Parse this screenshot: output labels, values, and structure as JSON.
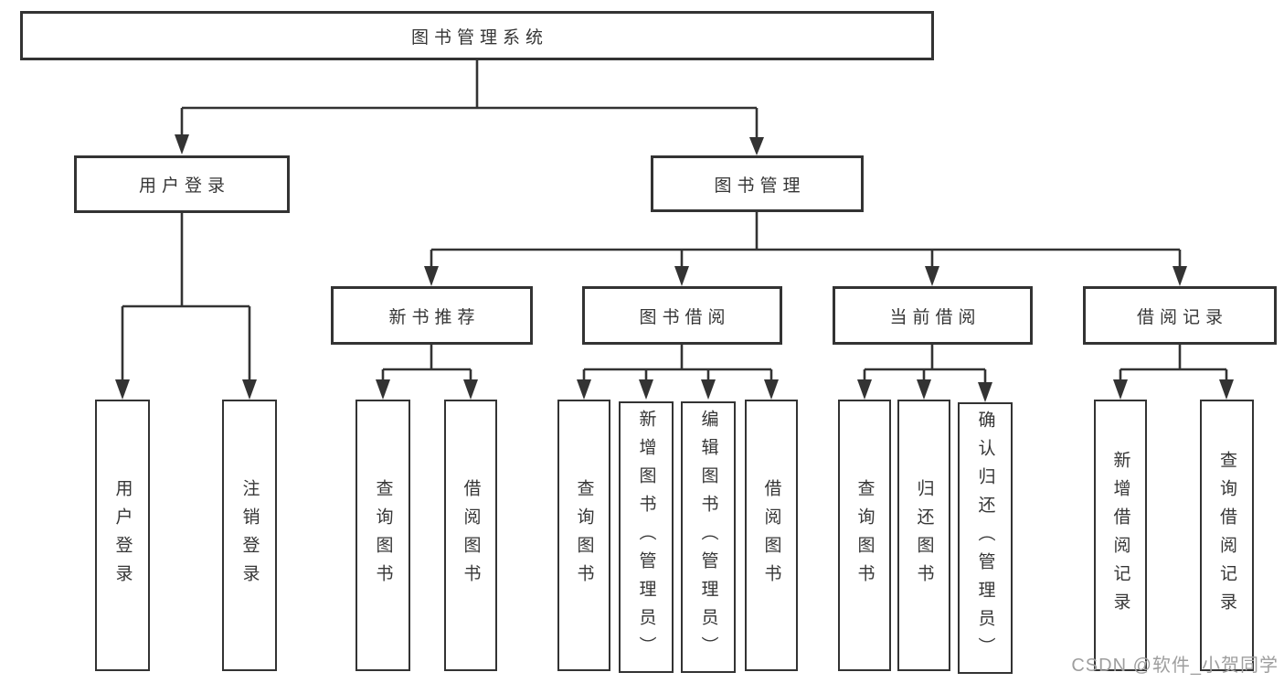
{
  "diagram": {
    "title": "图书管理系统",
    "branches": [
      {
        "label": "用户登录",
        "children": [
          "用户登录",
          "注销登录"
        ]
      },
      {
        "label": "图书管理",
        "groups": [
          {
            "label": "新书推荐",
            "children": [
              "查询图书",
              "借阅图书"
            ]
          },
          {
            "label": "图书借阅",
            "children": [
              "查询图书",
              "新增图书（管理员）",
              "编辑图书（管理员）",
              "借阅图书"
            ]
          },
          {
            "label": "当前借阅",
            "children": [
              "查询图书",
              "归还图书",
              "确认归还（管理员）"
            ]
          },
          {
            "label": "借阅记录",
            "children": [
              "新增借阅记录",
              "查询借阅记录"
            ]
          }
        ]
      }
    ]
  },
  "watermark": "CSDN @软件_小贺同学",
  "colors": {
    "line": "#333333",
    "text": "#363636",
    "watermark": "#9e9e9e",
    "background": "#ffffff"
  }
}
